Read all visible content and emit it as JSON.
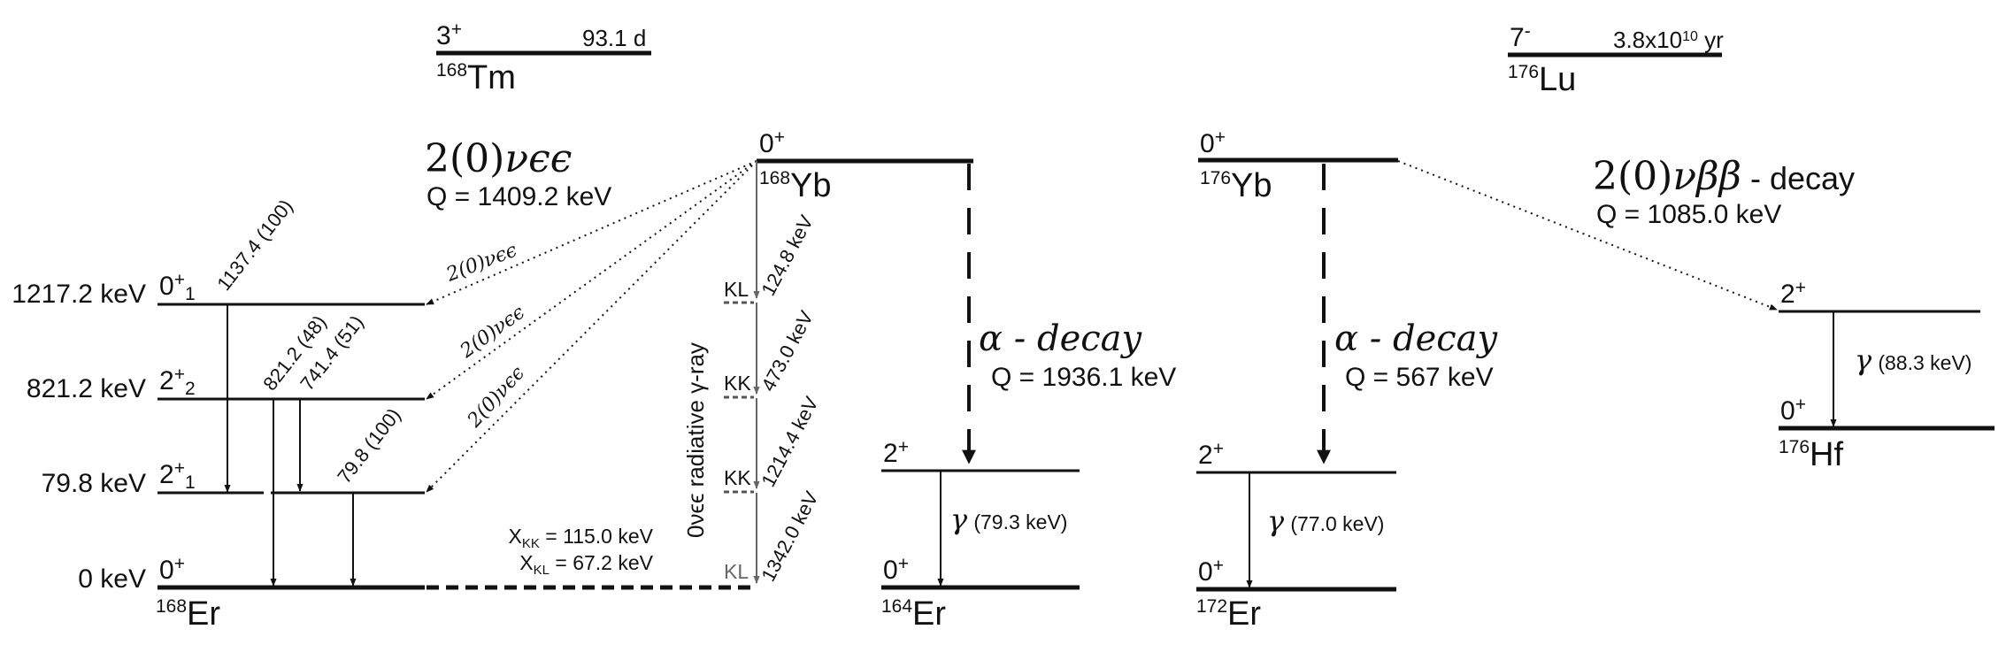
{
  "tm168": {
    "spin": "3",
    "parity": "+",
    "halflife": "93.1 d",
    "mass": "168",
    "element": "Tm"
  },
  "lu176": {
    "spin": "7",
    "parity": "-",
    "halflife_base": "3.8x10",
    "halflife_exp": "10",
    "halflife_unit": "yr",
    "mass": "176",
    "element": "Lu"
  },
  "yb168": {
    "spin": "0",
    "parity": "+",
    "mass": "168",
    "element": "Yb"
  },
  "er168": {
    "mass": "168",
    "element": "Er",
    "levels": [
      {
        "energy": "1217.2 keV",
        "spin": "0",
        "parity": "+",
        "index": "1"
      },
      {
        "energy": "821.2 keV",
        "spin": "2",
        "parity": "+",
        "index": "2"
      },
      {
        "energy": "79.8 keV",
        "spin": "2",
        "parity": "+",
        "index": "1"
      },
      {
        "energy": "0 keV",
        "spin": "0",
        "parity": "+",
        "index": ""
      }
    ],
    "gamma_labels": [
      "1137.4 (100)",
      "821.2 (48)",
      "741.4 (51)",
      "79.8 (100)"
    ]
  },
  "ecec": {
    "title_prefix": "2(0)",
    "title_sym": "νϵϵ",
    "q_value": "Q = 1409.2 keV",
    "branch_label": "2(0)νϵϵ"
  },
  "radiative": {
    "axis_label": "0νϵϵ radiative γ-ray",
    "shells": [
      "KL",
      "KK",
      "KK",
      "KL"
    ],
    "energies": [
      "124.8 keV",
      "473.0 keV",
      "1214.4 keV",
      "1342.0 keV"
    ],
    "x_kk_main": "X",
    "x_kk_sub": "KK",
    "x_kk_val": "= 115.0 keV",
    "x_kl_main": "X",
    "x_kl_sub": "KL",
    "x_kl_val": "= 67.2 keV"
  },
  "alpha_yb168": {
    "label": "α - decay",
    "q_value": "Q = 1936.1 keV"
  },
  "er164": {
    "mass": "164",
    "element": "Er",
    "excited": "2",
    "ground": "0",
    "parity": "+",
    "gamma_sym": "γ",
    "gamma_energy": "(79.3 keV)"
  },
  "yb176": {
    "spin": "0",
    "parity": "+",
    "mass": "176",
    "element": "Yb"
  },
  "alpha_yb176": {
    "label": "α - decay",
    "q_value": "Q = 567 keV"
  },
  "er172": {
    "mass": "172",
    "element": "Er",
    "excited": "2",
    "ground": "0",
    "parity": "+",
    "gamma_sym": "γ",
    "gamma_energy": "(77.0 keV)"
  },
  "bb": {
    "title_prefix": "2(0)",
    "title_sym": "νββ",
    "title_suffix": " - decay",
    "q_value": "Q = 1085.0 keV"
  },
  "hf176": {
    "mass": "176",
    "element": "Hf",
    "excited": "2",
    "ground": "0",
    "parity": "+",
    "gamma_sym": "γ",
    "gamma_energy": "(88.3 keV)"
  }
}
